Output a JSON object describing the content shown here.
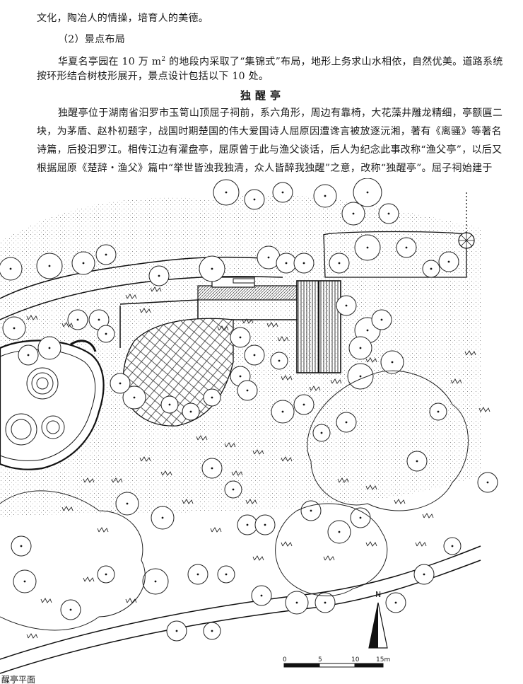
{
  "text": {
    "line1": "文化，陶冶人的情操，培育人的美德。",
    "line2": "（2）景点布局",
    "line3_a": "华夏名亭园在 10 万 m",
    "line3_sup": "2",
    "line3_b": " 的地段内采取了“集锦式”布局，地形上务求山水相依，自然优美。道路系统",
    "line4": "按环形结合树枝形展开，景点设计包括以下 10 处。",
    "heading": "独醒亭",
    "para1": "独醒亭位于湖南省汨罗市玉笥山顶屈子祠前，系六角形，周边有靠椅，大花藻井雕龙精细，亭额匾二",
    "para2": "块，为茅盾、赵朴初题字，战国时期楚国的伟大爱国诗人屈原因遭谗言被放逐沅湘，著有《离骚》等著名",
    "para3": "诗篇，后投汨罗江。相传江边有濯盘亭，屈原曾于此与渔父谈话，后人为纪念此事改称“渔父亭”，以后又",
    "para4": "根据屈原《楚辞・渔父》篇中“举世皆浊我独清，众人皆醉我独醒”之意，改称“独醒亭”。屈子祠始建于"
  },
  "figure": {
    "north": "N",
    "scale_ticks": [
      "0",
      "5",
      "10",
      "15m"
    ],
    "caption": "醒亭平面"
  }
}
